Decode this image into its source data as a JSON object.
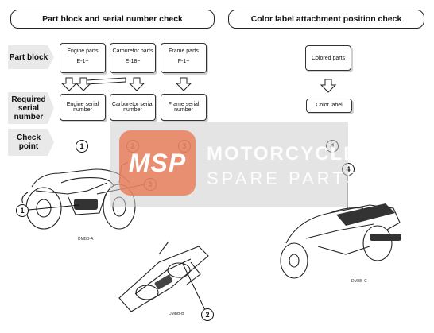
{
  "left_panel": {
    "title": "Part block and serial number check",
    "row_labels": {
      "part_block": "Part block",
      "required_serial": "Required serial number",
      "check_point": "Check point"
    },
    "part_cards": [
      {
        "label": "Engine parts",
        "code": "E-1~"
      },
      {
        "label": "Carburetor parts",
        "code": "E-18~"
      },
      {
        "label": "Frame parts",
        "code": "F-1~"
      }
    ],
    "serial_cards": [
      "Engine serial number",
      "Carburetor serial number",
      "Frame serial number"
    ],
    "check_numbers": [
      "1",
      "2",
      "3"
    ],
    "callouts": [
      "1",
      "3",
      "2"
    ],
    "captions": [
      "DMBB-A",
      "DMBB-B"
    ]
  },
  "right_panel": {
    "title": "Color label attachment position check",
    "colored_parts": "Colored parts",
    "color_label": "Color label",
    "check_number": "4",
    "callout": "4",
    "caption": "DMBB-C"
  },
  "watermark": {
    "logo": "MSP",
    "line1": "MOTORCYCLE",
    "line2": "SPARE PARTS"
  }
}
